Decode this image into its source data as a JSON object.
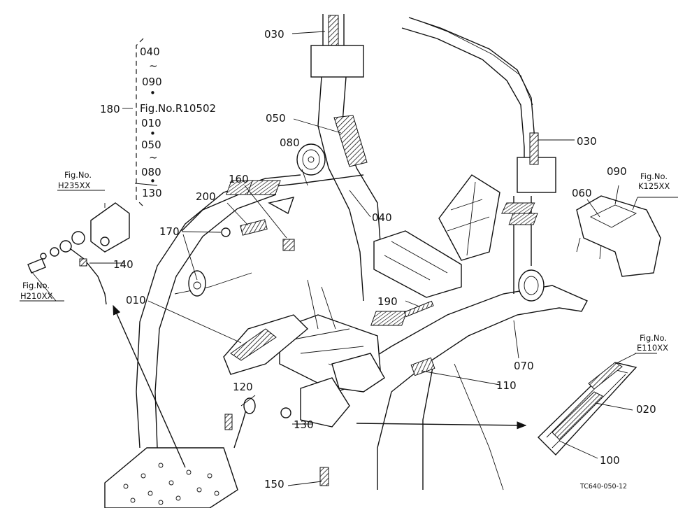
{
  "labels": {
    "p030a": "030",
    "p050": "050",
    "p080": "080",
    "p160": "160",
    "p200": "200",
    "p040": "040",
    "p170": "170",
    "p140": "140",
    "p010": "010",
    "p120": "120",
    "p130": "130",
    "p150": "150",
    "p190": "190",
    "p070": "070",
    "p110": "110",
    "p030b": "030",
    "p090": "090",
    "p060": "060",
    "p020": "020",
    "p100": "100",
    "p180": "180"
  },
  "group180": [
    "040",
    "~",
    "090",
    "•",
    "Fig.No.R10502",
    "010",
    "•",
    "050",
    "~",
    "080",
    "•",
    "130"
  ],
  "figrefs": {
    "h235_a": "Fig.No.",
    "h235_b": "H235XX",
    "h210_a": "Fig.No.",
    "h210_b": "H210XX",
    "k125_a": "Fig.No.",
    "k125_b": "K125XX",
    "e110_a": "Fig.No.",
    "e110_b": "E110XX"
  },
  "footer": {
    "code": "TC640-050-12"
  }
}
